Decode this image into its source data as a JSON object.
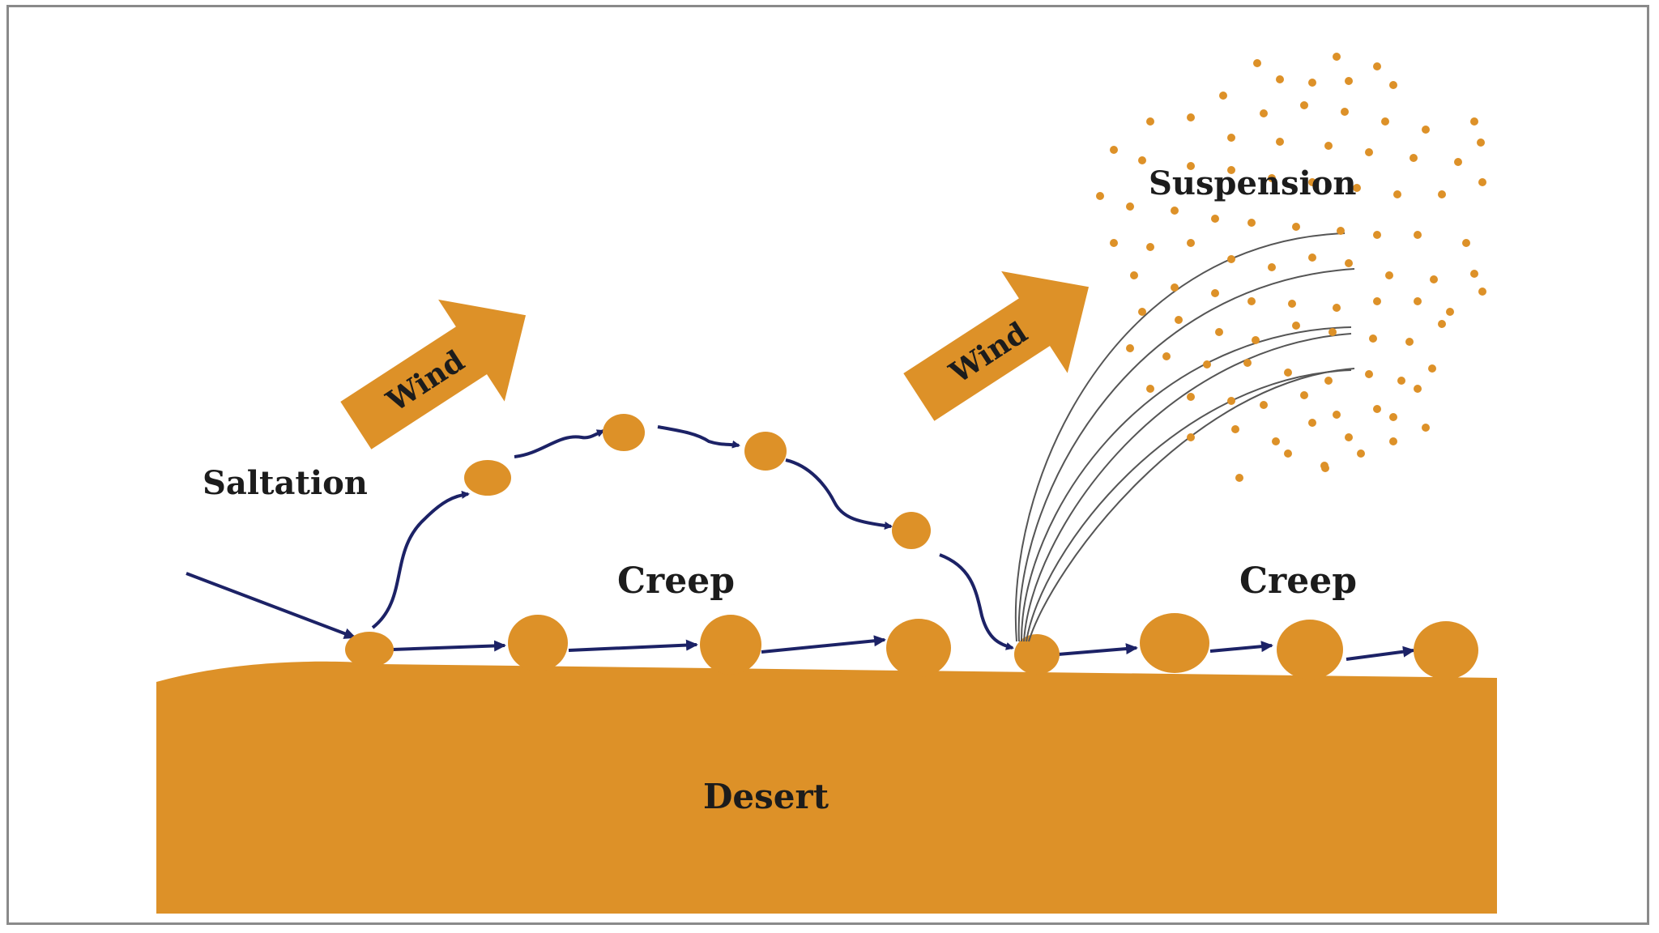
{
  "labels": {
    "saltation": "Saltation",
    "creep_left": "Creep",
    "creep_right": "Creep",
    "suspension": "Suspension",
    "desert": "Desert",
    "wind_left": "Wind",
    "wind_right": "Wind"
  },
  "colors": {
    "sand": "#dd9128",
    "arrow": "#1c2266",
    "text": "#1c1c1c",
    "stream": "#555555",
    "frame": "#8a8a8a"
  }
}
